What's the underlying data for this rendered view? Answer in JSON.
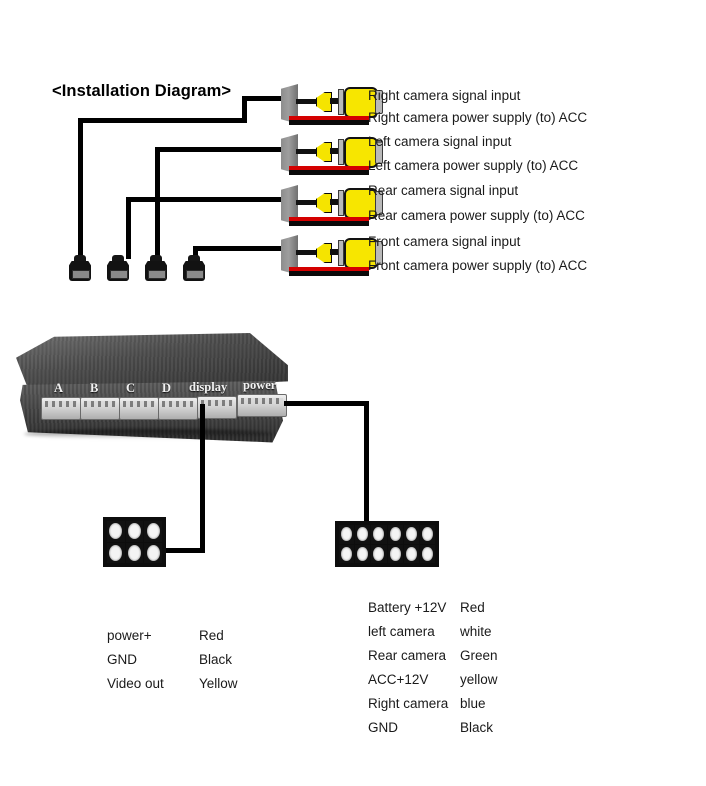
{
  "diagram": {
    "title": "<Installation Diagram>"
  },
  "cameras": [
    {
      "signal_label": "Right camera signal input",
      "power_label": "Right camera power supply (to) ACC"
    },
    {
      "signal_label": "Left camera signal input",
      "power_label": "Left camera power supply (to) ACC"
    },
    {
      "signal_label": "Rear camera signal input",
      "power_label": "Rear camera power supply (to) ACC"
    },
    {
      "signal_label": "Front camera signal input",
      "power_label": "Front camera power supply (to) ACC"
    }
  ],
  "control_box": {
    "ports": [
      {
        "label": "A"
      },
      {
        "label": "B"
      },
      {
        "label": "C"
      },
      {
        "label": "D"
      },
      {
        "label": "display"
      },
      {
        "label": "power"
      }
    ]
  },
  "legend_display": {
    "rows": [
      {
        "name": "power+",
        "color": "Red"
      },
      {
        "name": "GND",
        "color": "Black"
      },
      {
        "name": "Video out",
        "color": "Yellow"
      }
    ]
  },
  "legend_power": {
    "rows": [
      {
        "name": "Battery +12V",
        "color": "Red"
      },
      {
        "name": "left camera",
        "color": "white"
      },
      {
        "name": "Rear camera",
        "color": "Green"
      },
      {
        "name": "ACC+12V",
        "color": "yellow"
      },
      {
        "name": "Right camera",
        "color": "blue"
      },
      {
        "name": "GND",
        "color": "Black"
      }
    ]
  },
  "colors": {
    "wire_black": "#0a0a0a",
    "wire_red": "#d40000",
    "connector_yellow": "#f7e600",
    "body_gray": "#8d8d8d"
  }
}
